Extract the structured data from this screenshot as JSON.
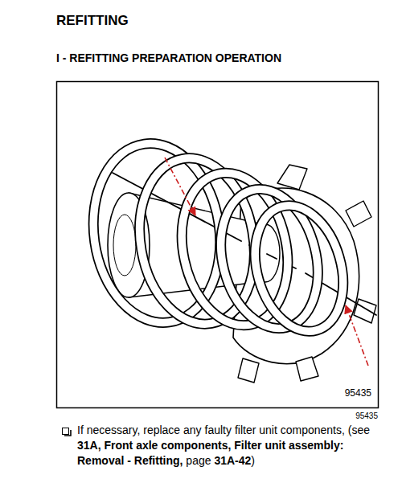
{
  "diagram": {
    "title": "REFITTING",
    "labels": [
      "I - REFITTING PREPARATION OPERATION",
      "95435",
      "95435",
      "If necessary, replace any faulty filter unit components, (see 31A, Front axle components, Filter unit assembly: Removal - Refitting, page 31A-42)"
    ]
  }
}
